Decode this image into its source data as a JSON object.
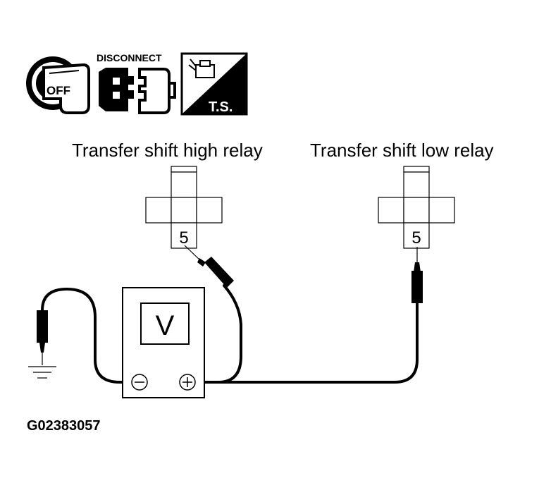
{
  "icons": {
    "key_off_text": "OFF",
    "disconnect_text": "DISCONNECT",
    "ts_text": "T.S."
  },
  "relays": {
    "high_label": "Transfer shift high relay",
    "low_label": "Transfer shift low relay",
    "high_terminal": "5",
    "low_terminal": "5"
  },
  "meter": {
    "display": "V",
    "neg_symbol": "⊖",
    "pos_symbol": "⊕"
  },
  "figure_id": "G02383057"
}
